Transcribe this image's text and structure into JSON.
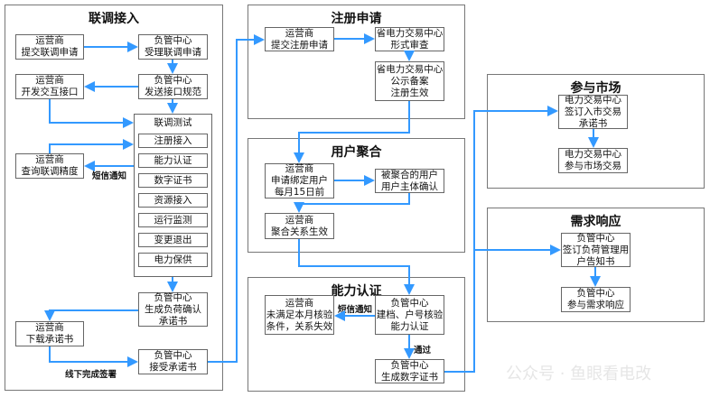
{
  "panels": {
    "joint": {
      "title": "联调接入",
      "submit": [
        "运营商",
        "提交联调申请"
      ],
      "accept": [
        "负管中心",
        "受理联调申请"
      ],
      "develop": [
        "运营商",
        "开发交互接口"
      ],
      "send": [
        "负管中心",
        "发送接口规范"
      ],
      "test_title": "联调测试",
      "test_items": [
        "注册接入",
        "能力认证",
        "数字证书",
        "资源接入",
        "运行监测",
        "变更退出",
        "电力保供"
      ],
      "query": [
        "运营商",
        "查询联调精度"
      ],
      "generate": [
        "负管中心",
        "生成负荷确认",
        "承诺书"
      ],
      "download": [
        "运营商",
        "下载承诺书"
      ],
      "receive": [
        "负管中心",
        "接受承诺书"
      ],
      "sms_label": "短信通知",
      "offline_label": "线下完成签署"
    },
    "register": {
      "title": "注册申请",
      "submit": [
        "运营商",
        "提交注册申请"
      ],
      "review": [
        "省电力交易中心",
        "形式审查"
      ],
      "publicize": [
        "省电力交易中心",
        "公示备案",
        "注册生效"
      ]
    },
    "aggregate": {
      "title": "用户聚合",
      "bind": [
        "运营商",
        "申请绑定用户",
        "每月15日前"
      ],
      "confirm": [
        "被聚合的用户",
        "用户主体确认"
      ],
      "effective": [
        "运营商",
        "聚合关系生效"
      ]
    },
    "capability": {
      "title": "能力认证",
      "fail": [
        "运营商",
        "未满足本月核验",
        "条件，关系失效"
      ],
      "verify": [
        "负管中心",
        "建档、户号核验",
        "能力认证"
      ],
      "cert": [
        "负管中心",
        "生成数字证书"
      ],
      "sms_label": "短信通知",
      "pass_label": "通过"
    },
    "market": {
      "title": "参与市场",
      "sign": [
        "电力交易中心",
        "签订入市交易",
        "承诺书"
      ],
      "trade": [
        "电力交易中心",
        "参与市场交易"
      ]
    },
    "demand": {
      "title": "需求响应",
      "sign": [
        "负管中心",
        "签订负荷管理用",
        "户告知书"
      ],
      "respond": [
        "负管中心",
        "参与需求响应"
      ]
    }
  },
  "watermark": "公众号 · 鱼眼看电改",
  "colors": {
    "arrow": "#3399ff",
    "border": "#666666"
  }
}
